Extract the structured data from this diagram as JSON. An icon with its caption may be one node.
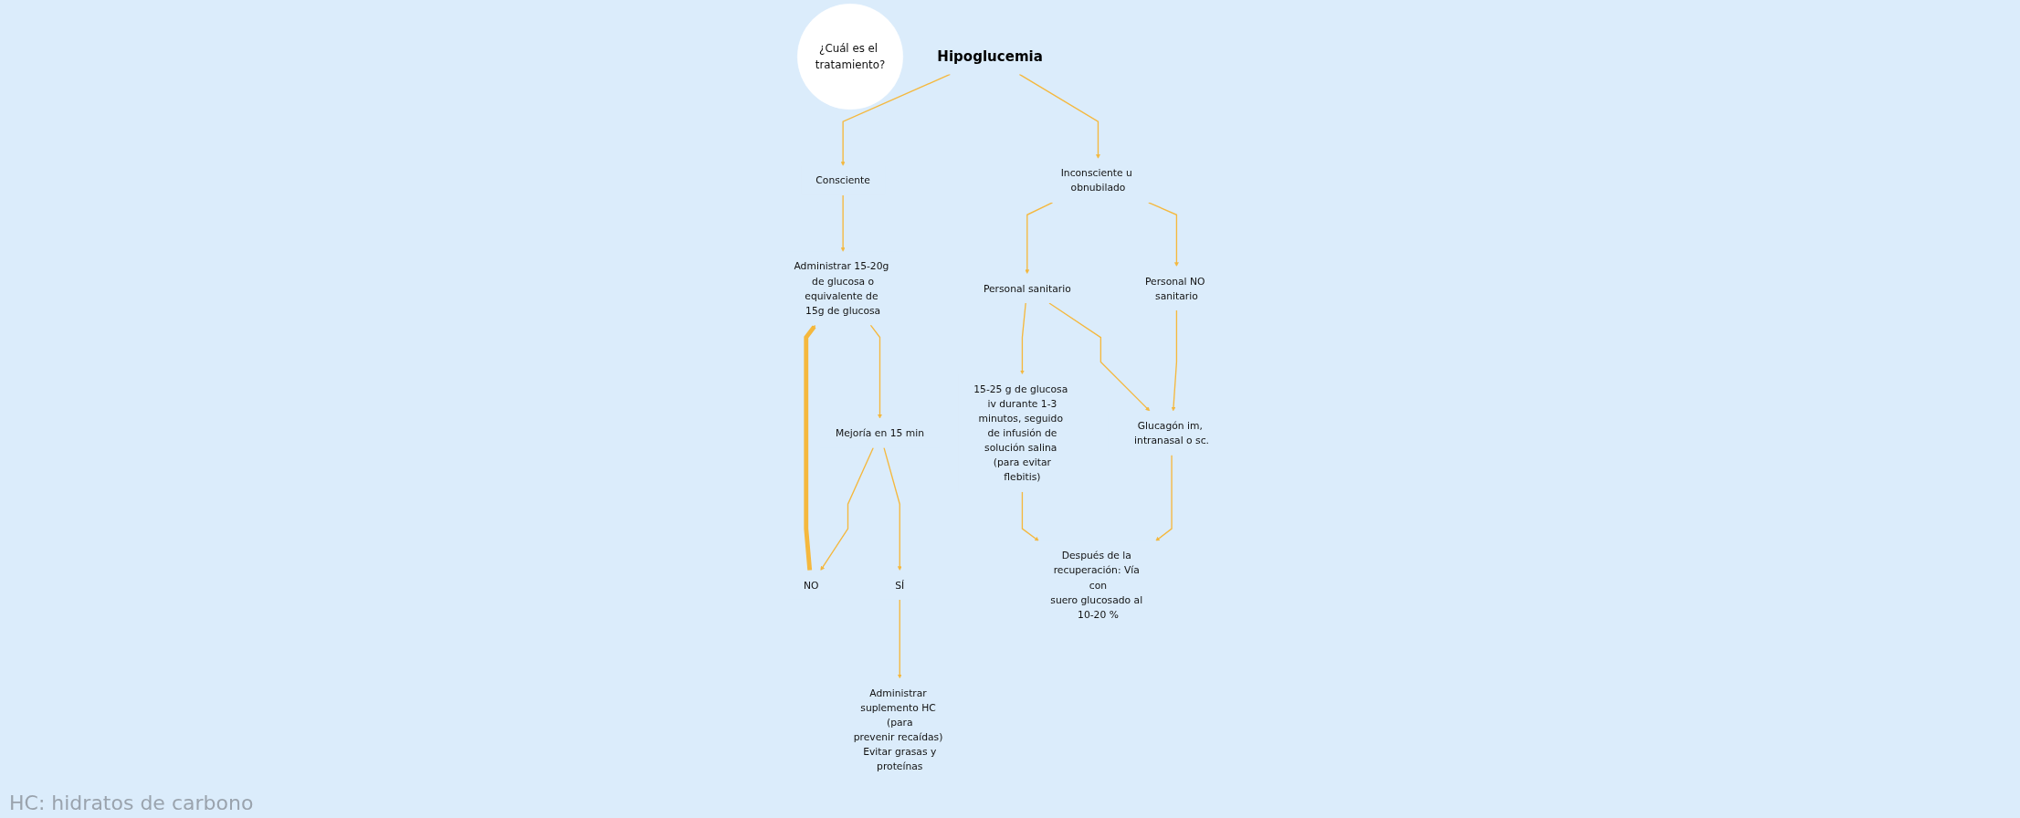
{
  "diagram": {
    "nodes": [
      {
        "text": [
          "¿Cuál es el tratamiento?"
        ]
      },
      {
        "text": [
          "Hipoglucemia"
        ]
      },
      {
        "text": [
          "Consciente"
        ]
      },
      {
        "text": [
          "Inconsciente u obnubilado"
        ]
      },
      {
        "text": [
          "Administrar 15-20g de glucosa o equivalente de 15g de glucosa"
        ]
      },
      {
        "text": [
          "Mejoría en 15 min"
        ]
      },
      {
        "text": [
          "NO"
        ]
      },
      {
        "text": [
          "SÍ"
        ]
      },
      {
        "text": [
          "Administrar suplemento HC (para prevenir recaídas) Evitar grasas y proteínas"
        ]
      },
      {
        "text": [
          "Personal NO sanitario"
        ]
      },
      {
        "text": [
          "Personal sanitario"
        ]
      },
      {
        "text": [
          "Glucagón im, intranasal o sc."
        ]
      },
      {
        "text": [
          "15-25 g de glucosa iv durante 1-3 minutos, seguido de infusión de solución salina (para evitar flebitis)"
        ]
      },
      {
        "text": [
          "Después de la recuperación: Vía con suero glucosado al 10-20 %"
        ]
      }
    ],
    "edges": [
      {
        "from": 1,
        "to": 2,
        "arrow": "to"
      },
      {
        "from": 1,
        "to": 3,
        "arrow": "to"
      },
      {
        "from": 2,
        "to": 4,
        "arrow": "to"
      },
      {
        "from": 4,
        "to": 5,
        "arrow": "to"
      },
      {
        "from": 5,
        "to": 6,
        "arrow": "to"
      },
      {
        "from": 5,
        "to": 7,
        "arrow": "to"
      },
      {
        "from": 7,
        "to": 8,
        "arrow": "to"
      },
      {
        "from": 6,
        "to": 4,
        "arrow": "to",
        "style": "thick"
      },
      {
        "from": 3,
        "to": 9,
        "arrow": "to"
      },
      {
        "from": 3,
        "to": 10,
        "arrow": "to"
      },
      {
        "from": 9,
        "to": 11,
        "arrow": "to"
      },
      {
        "from": 10,
        "to": 11,
        "arrow": "to"
      },
      {
        "from": 10,
        "to": 12,
        "arrow": "to"
      },
      {
        "from": 11,
        "to": 13,
        "arrow": "to"
      },
      {
        "from": 12,
        "to": 13,
        "arrow": "to"
      }
    ],
    "labels": [
      "HC: hidratos de carbono"
    ]
  }
}
